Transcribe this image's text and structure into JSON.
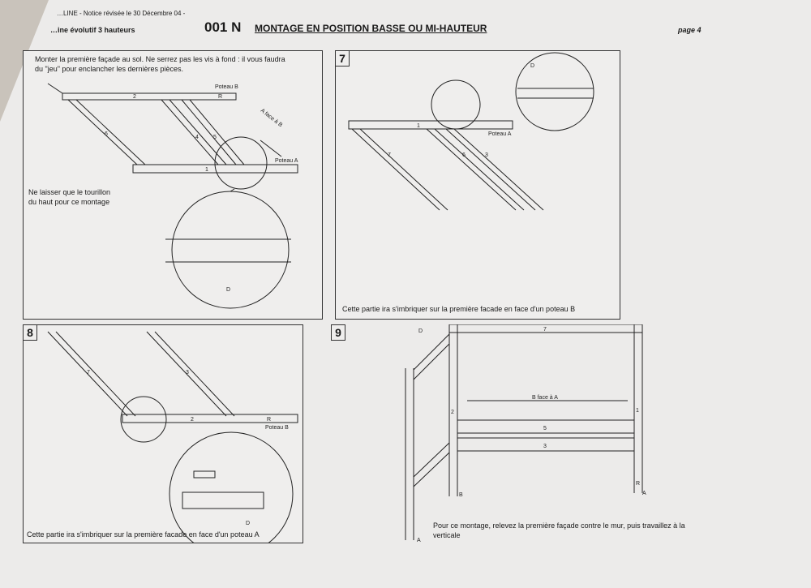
{
  "header": {
    "notice": "…LINE - Notice révisée le 30 Décembre 04 -",
    "subtitle": "…ine évolutif 3 hauteurs",
    "code": "001 N",
    "title": "MONTAGE EN POSITION BASSE OU MI-HAUTEUR",
    "page": "page 4"
  },
  "step1": {
    "instruction_line1": "Monter la première façade au sol. Ne serrez pas les vis à fond : il vous faudra",
    "instruction_line2": "du \"jeu\" pour enclancher les dernières pièces.",
    "note_line1": "Ne laisser que le tourillon",
    "note_line2": "du haut pour ce montage",
    "labels": {
      "poteau_b": "Poteau B",
      "poteau_a": "Poteau A",
      "a_face_b": "A face à B",
      "d": "D",
      "n2": "2",
      "n1": "1",
      "n6": "6",
      "n4": "4",
      "n5": "5",
      "r": "R"
    }
  },
  "step7": {
    "number": "7",
    "caption": "Cette partie ira s'imbriquer sur la première facade en face d'un poteau B",
    "labels": {
      "poteau_a": "Poteau A",
      "d": "D",
      "n7": "7",
      "n6": "6",
      "n3": "3",
      "n1": "1"
    }
  },
  "step8": {
    "number": "8",
    "caption": "Cette partie ira s'imbriquer sur la première facade en face d'un poteau A",
    "labels": {
      "poteau_b": "Poteau B",
      "n7": "7",
      "n3": "3",
      "n2": "2",
      "r": "R",
      "d": "D"
    }
  },
  "step9": {
    "number": "9",
    "caption_line1": "Pour ce montage, relevez la première façade contre le mur, puis travaillez à la",
    "caption_line2": "verticale",
    "labels": {
      "b_face_a": "B face à A",
      "n7": "7",
      "n5": "5",
      "n3": "3",
      "n2": "2",
      "n1": "1",
      "b": "B",
      "a": "A",
      "a2": "A",
      "d": "D",
      "r": "R"
    }
  }
}
